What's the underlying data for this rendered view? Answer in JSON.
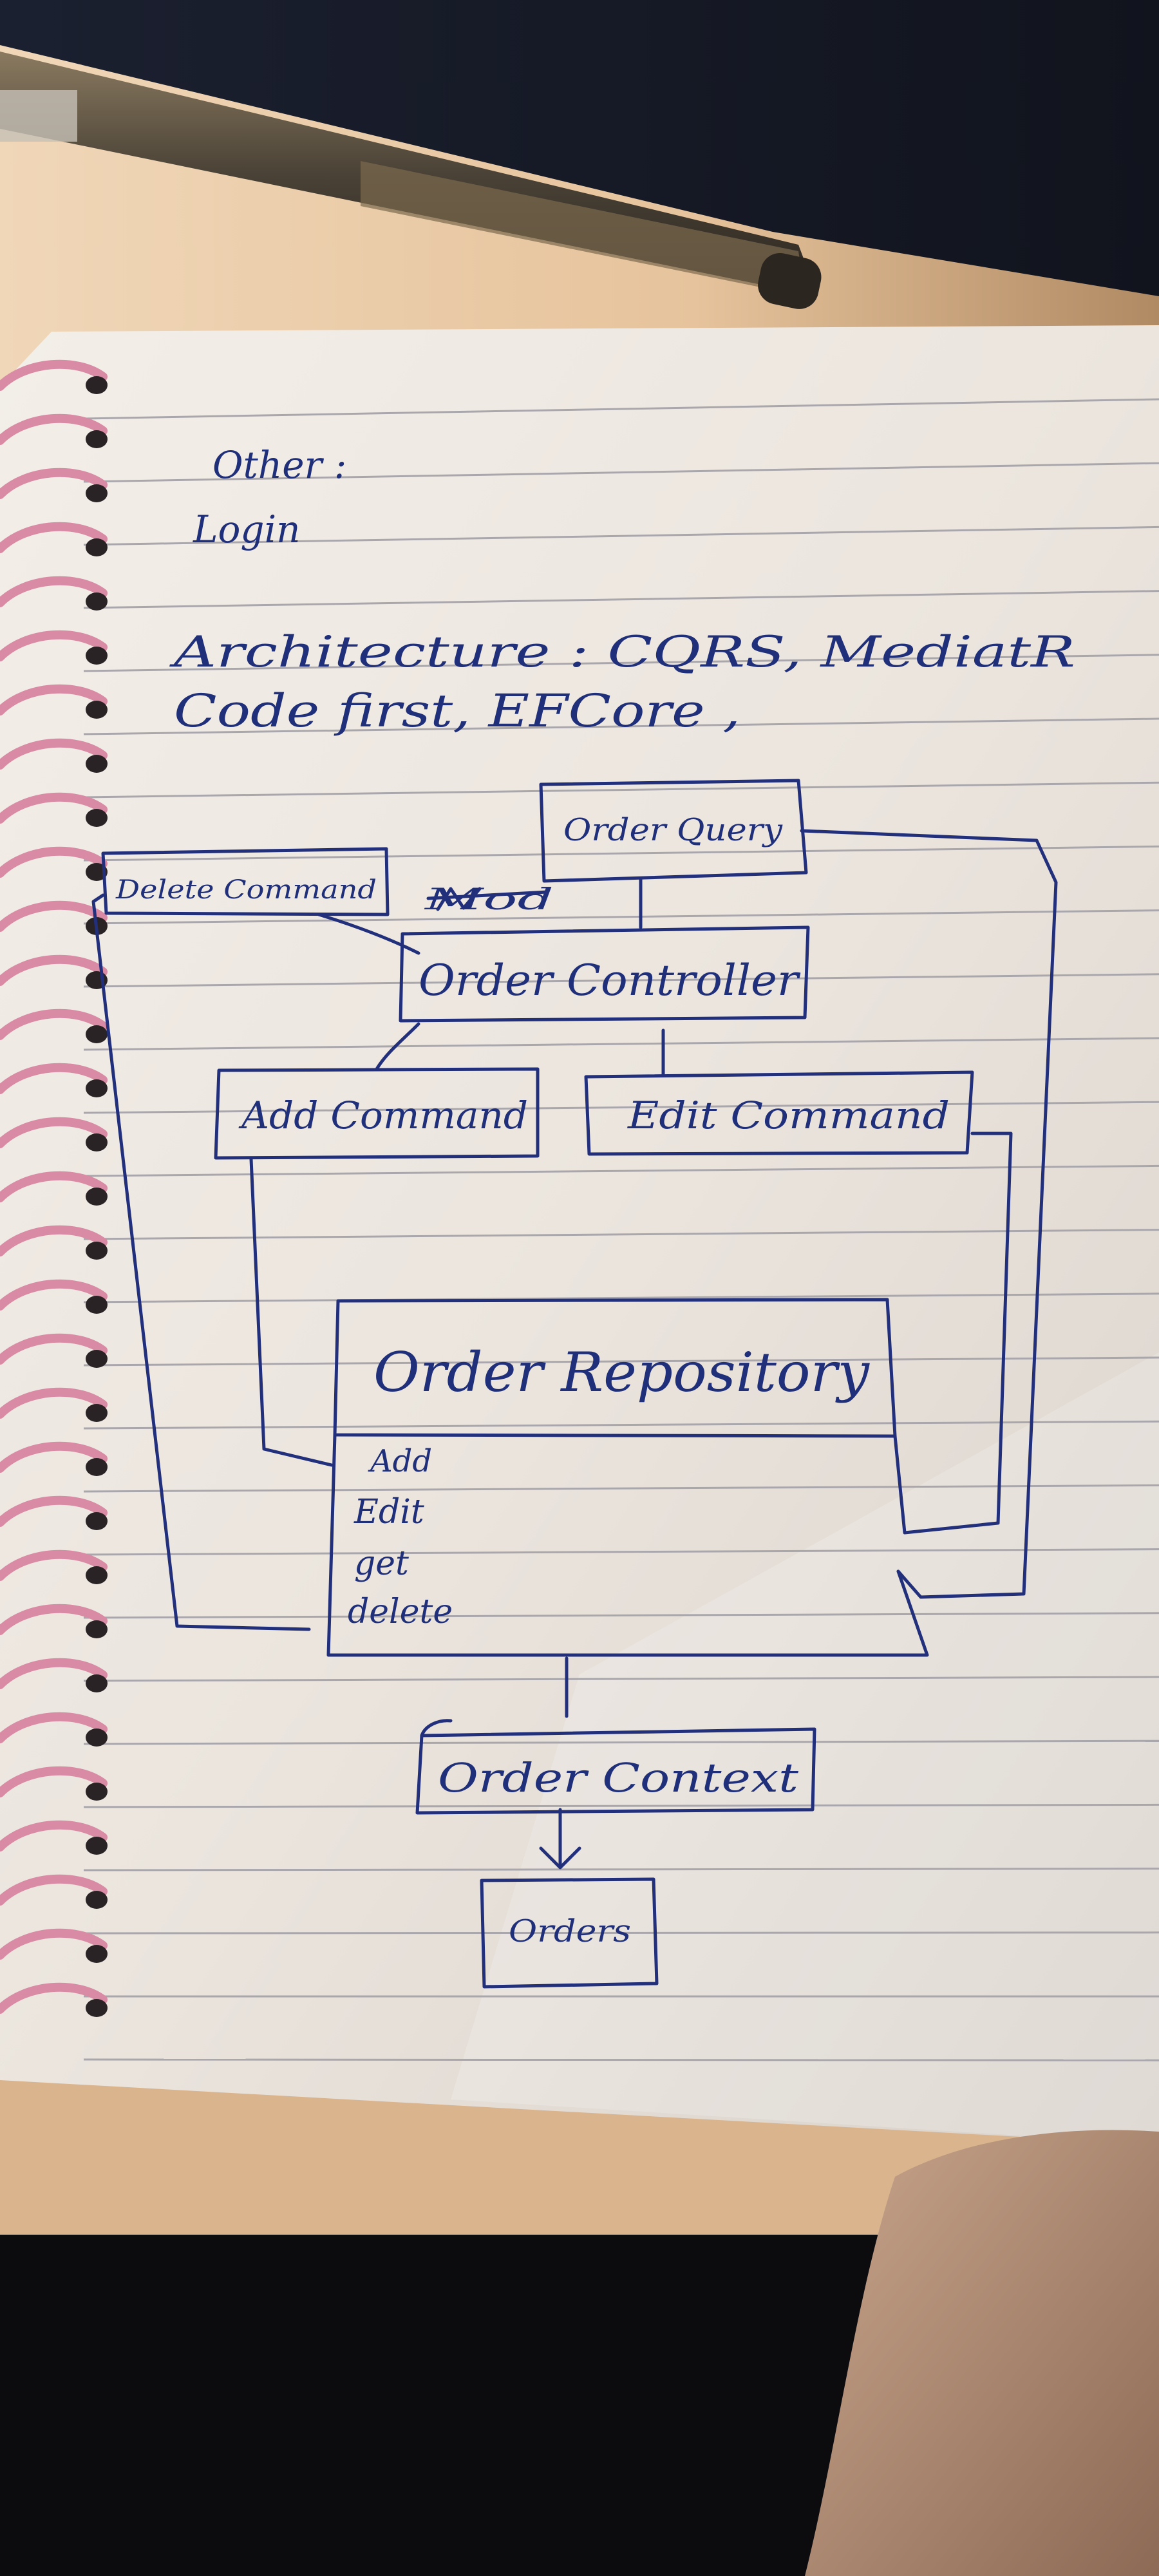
{
  "notes": {
    "line1": "Other :",
    "line2": "Login",
    "line3": "Architecture : CQRS, MediatR",
    "line4": "Code first, EFCore ,"
  },
  "diagram": {
    "order_query": "Order Query",
    "delete_command": "Delete Command",
    "scribble": "Mod",
    "order_controller": "Order Controller",
    "add_command": "Add Command",
    "edit_command": "Edit Command",
    "order_repository": "Order Repository",
    "repo_methods": [
      "Add",
      "Edit",
      "get",
      "delete"
    ],
    "order_context": "Order Context",
    "orders": "Orders"
  },
  "colors": {
    "ink": "#22307c",
    "paper": "#ece6df",
    "ring": "#d98aa4",
    "desk": "#e8c9a6"
  },
  "icons": [
    "pen",
    "spiral-binding-rings",
    "hand"
  ]
}
